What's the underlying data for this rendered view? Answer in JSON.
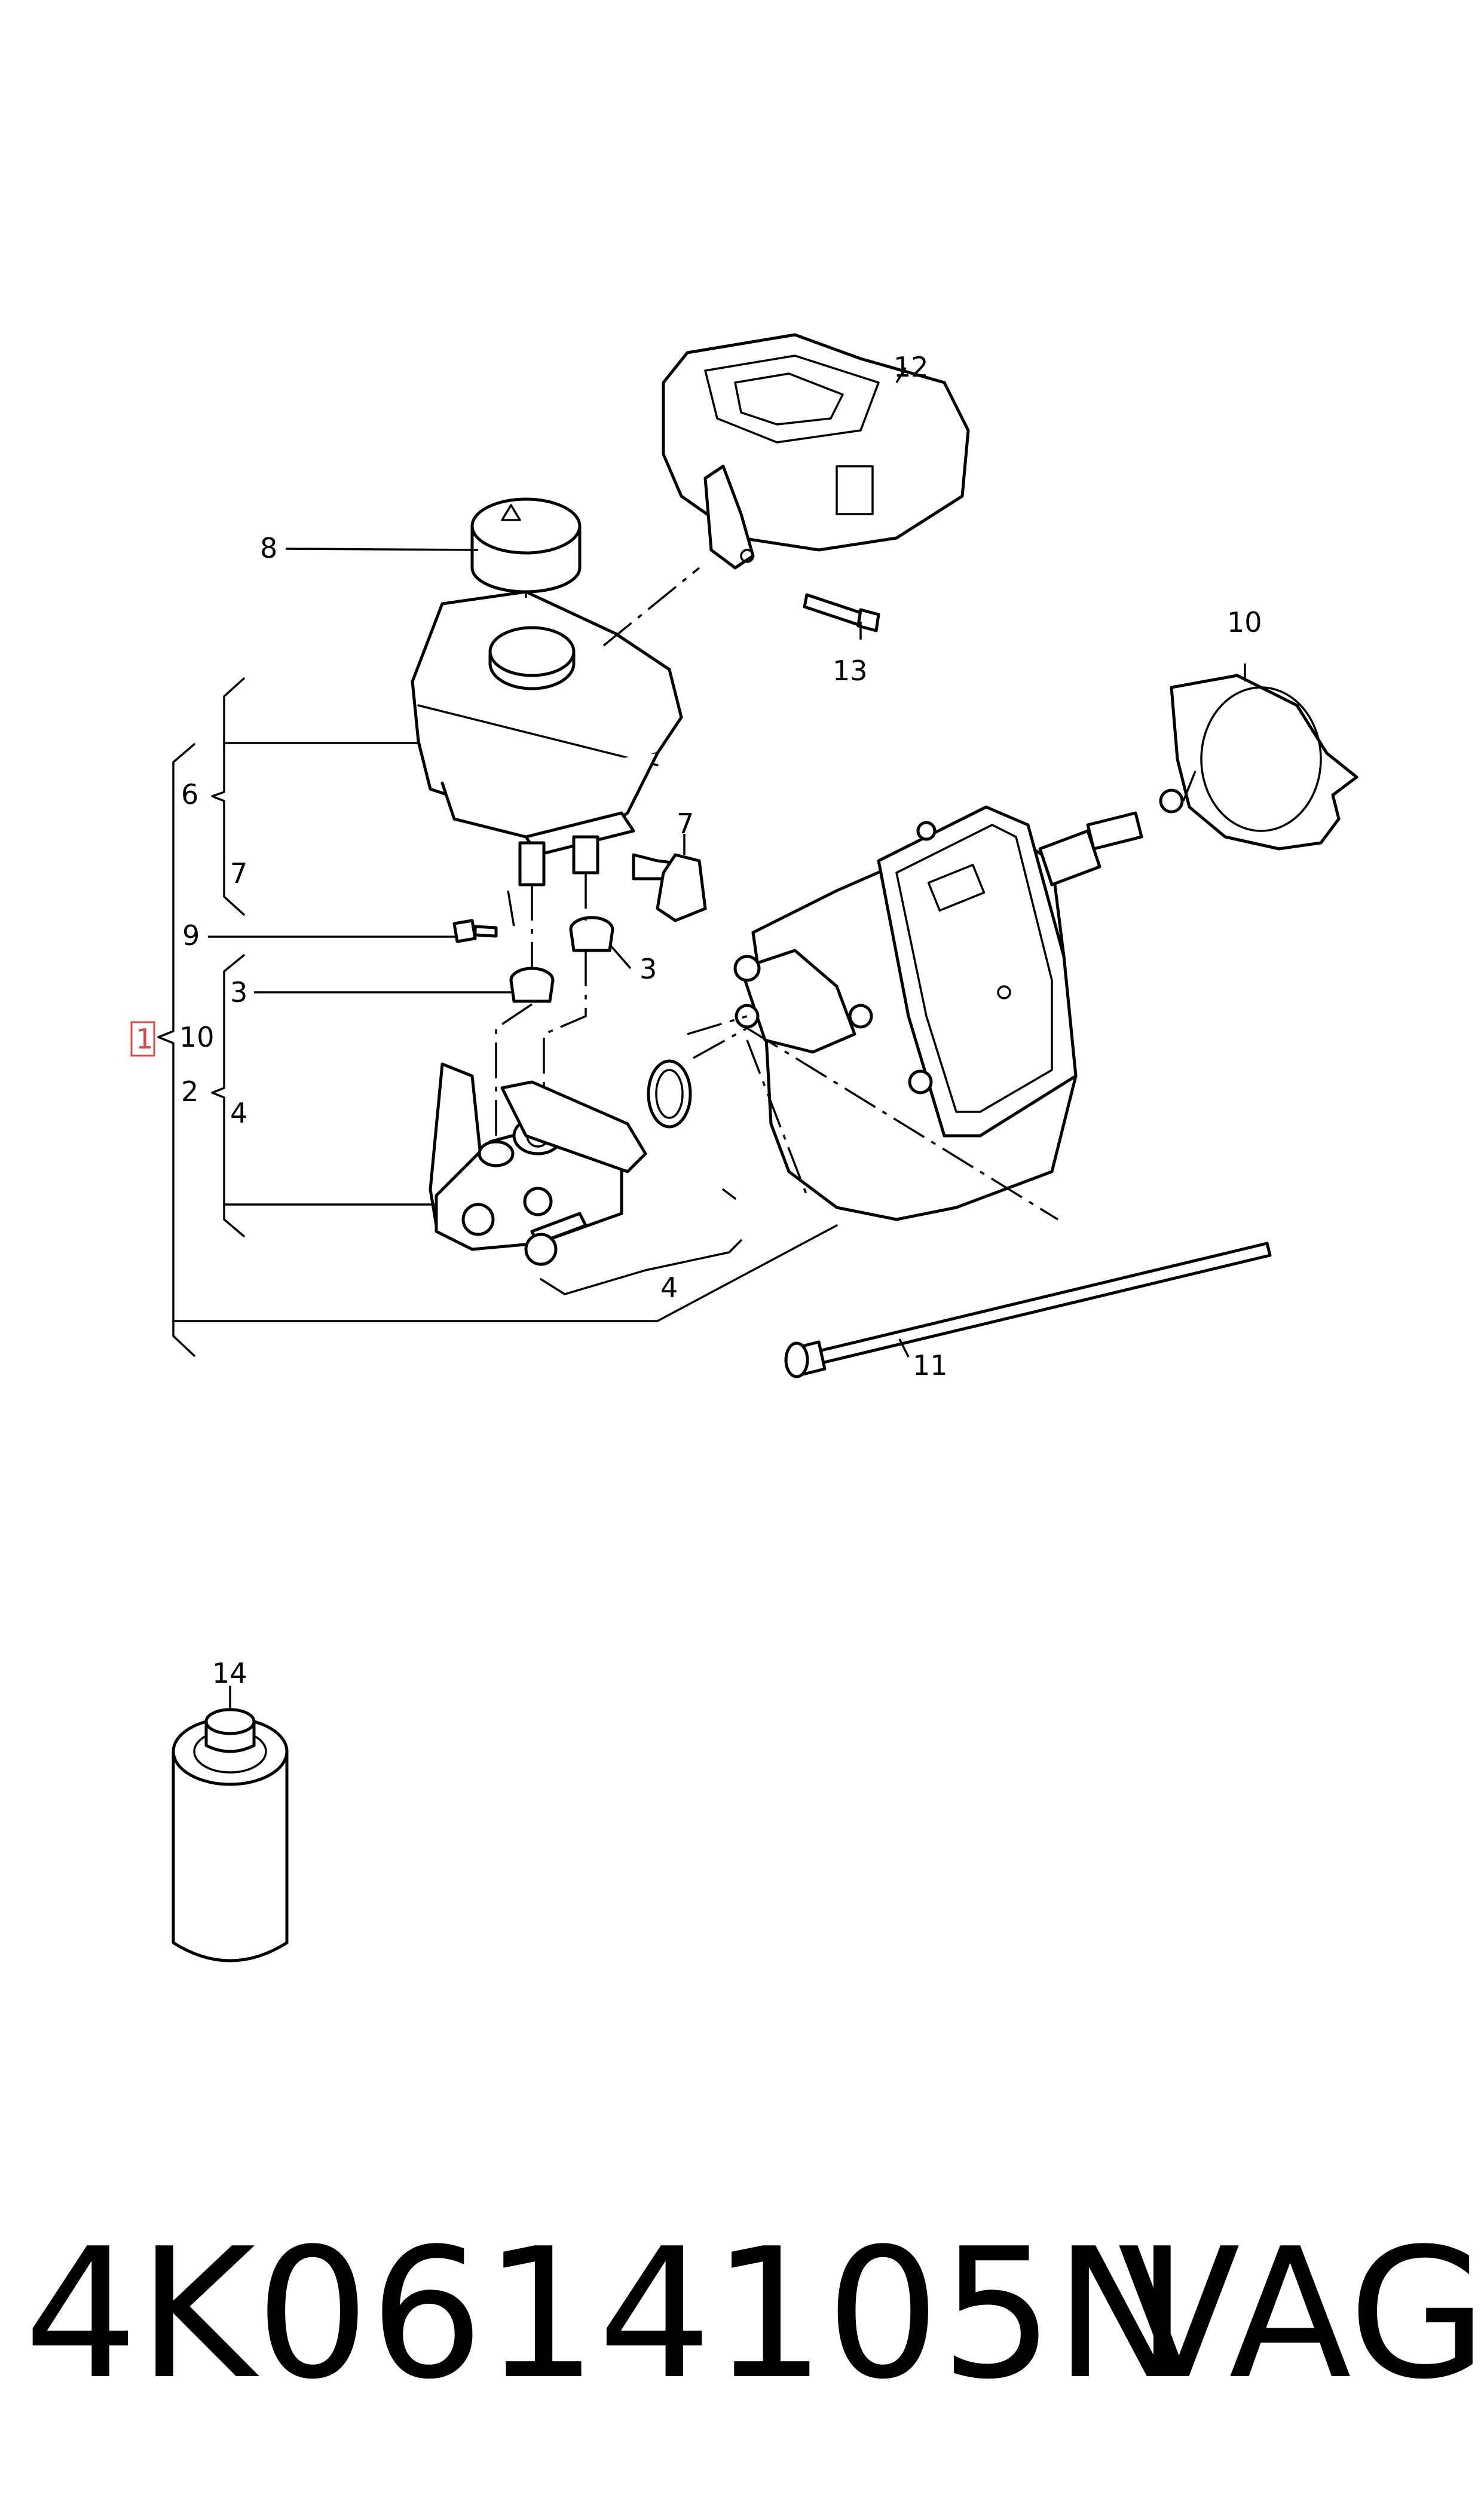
{
  "diagram": {
    "callouts": {
      "c1": "1",
      "c2": "2",
      "c3a": "3",
      "c3b": "3",
      "c4a": "4",
      "c4b": "4",
      "c6": "6",
      "c7a": "7",
      "c7b": "7",
      "c8": "8",
      "c9": "9",
      "c10a": "10",
      "c10b": "10",
      "c11": "11",
      "c12": "12",
      "c13": "13",
      "c14": "14"
    },
    "highlight_color": "#e04848"
  },
  "footer": {
    "part_number": "4K0614105N",
    "brand": "VAG"
  }
}
